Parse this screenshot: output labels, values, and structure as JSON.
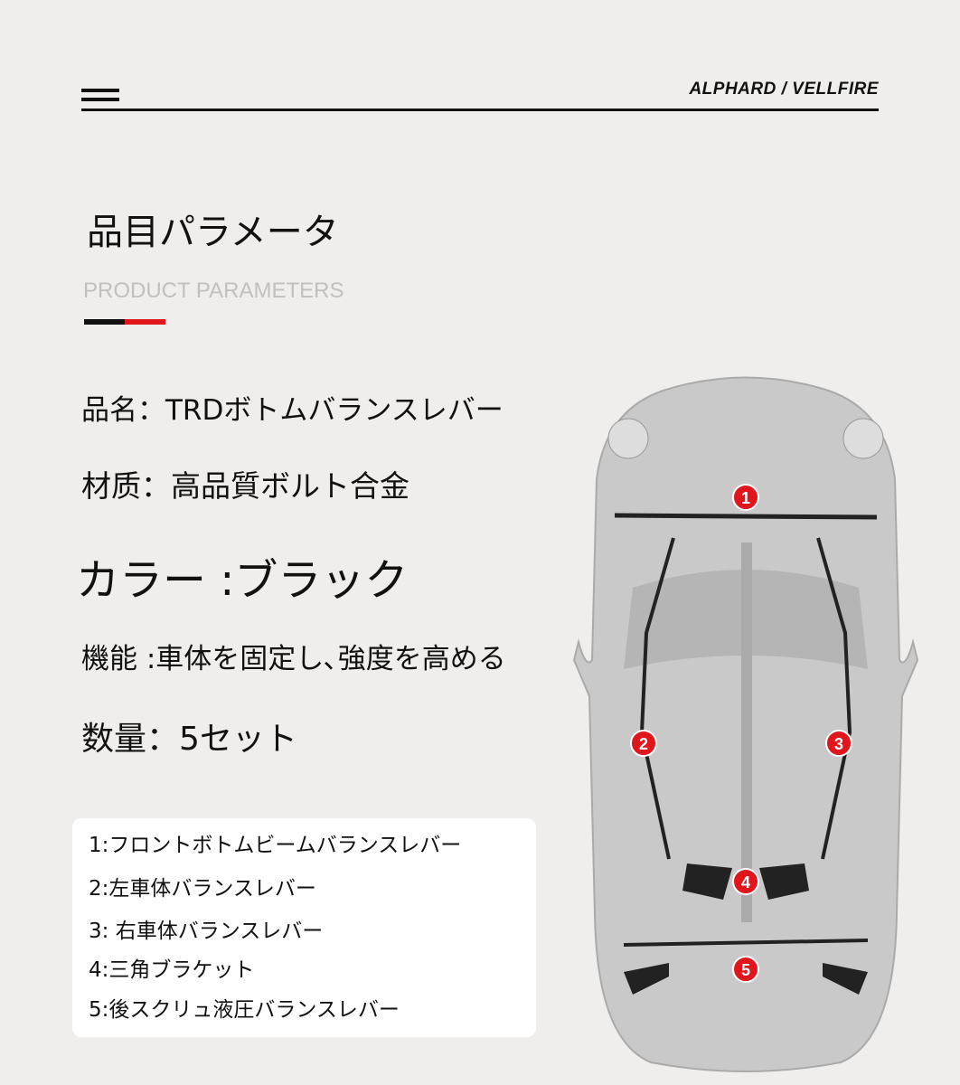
{
  "header": {
    "brand": "ALPHARD / VELLFIRE"
  },
  "title": "品目パラメータ",
  "subtitle": "PRODUCT PARAMETERS",
  "params": [
    {
      "text": "品名：TRDボトムバランスレバー"
    },
    {
      "text": "材质：高品質ボルト合金"
    },
    {
      "text": "カラー :ブラック"
    },
    {
      "text": "機能 :車体を固定し､強度を高める"
    },
    {
      "text": "数量：5セット"
    }
  ],
  "legend": [
    "1:フロントボトムビームバランスレバー",
    "2:左車体バランスレバー",
    "3: 右車体バランスレバー",
    "4:三角ブラケット",
    "5:後スクリュ液圧バランスレバー"
  ],
  "markers": [
    "1",
    "2",
    "3",
    "4",
    "5"
  ],
  "colors": {
    "accent": "#e0161c",
    "text": "#111111",
    "background": "#efeeec"
  }
}
